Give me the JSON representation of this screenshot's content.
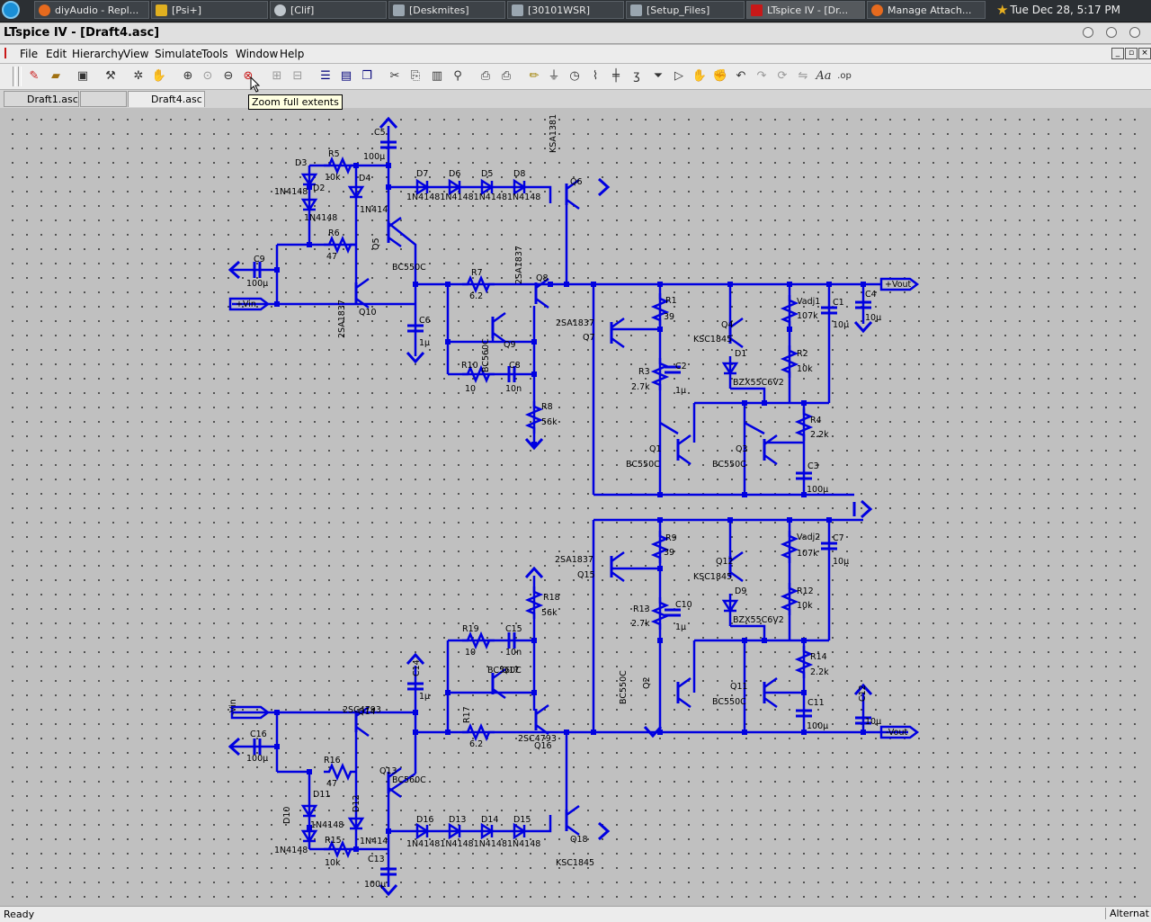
{
  "taskbar": {
    "tasks": [
      {
        "label": "diyAudio - Repl...",
        "icon": "firefox-icon"
      },
      {
        "label": "[Psi+]",
        "icon": "star-icon"
      },
      {
        "label": "[Clif]",
        "icon": "chat-icon"
      },
      {
        "label": "[Deskmites]",
        "icon": "window-icon"
      },
      {
        "label": "[30101WSR]",
        "icon": "window-icon"
      },
      {
        "label": "[Setup_Files]",
        "icon": "folder-icon"
      },
      {
        "label": "LTspice IV - [Dr...",
        "icon": "ltspice-icon"
      },
      {
        "label": "Manage Attach...",
        "icon": "firefox-icon"
      }
    ],
    "clock": "Tue Dec 28,  5:17 PM"
  },
  "window": {
    "title": "LTspice IV - [Draft4.asc]"
  },
  "menubar": {
    "items": [
      "File",
      "Edit",
      "Hierarchy",
      "View",
      "Simulate",
      "Tools",
      "Window",
      "Help"
    ]
  },
  "toolbar": {
    "buttons": [
      "new-schematic-icon",
      "open-icon",
      "save-icon",
      "control-panel-icon",
      "run-icon",
      "halt-icon",
      "zoom-in-icon",
      "zoom-area-icon",
      "zoom-out-icon",
      "zoom-full-extents-icon",
      "autorange-icon",
      "zoom-grid-icon",
      "tile-vertical-icon",
      "tile-horizontal-icon",
      "cascade-icon",
      "cut-icon",
      "copy-icon",
      "paste-icon",
      "find-icon",
      "print-setup-icon",
      "print-icon",
      "draw-wire-icon",
      "ground-icon",
      "label-net-icon",
      "resistor-icon",
      "capacitor-icon",
      "inductor-icon",
      "diode-icon",
      "component-icon",
      "move-icon",
      "drag-icon",
      "undo-icon",
      "redo-icon",
      "rotate-icon",
      "mirror-icon",
      "text-icon",
      "spice-directive-icon"
    ],
    "tooltip": "Zoom full extents"
  },
  "tabs": [
    {
      "label": "Draft1.asc",
      "active": false
    },
    {
      "label": "Draft4.asc",
      "active": true
    }
  ],
  "schematic": {
    "colors": {
      "wire": "#0000e0",
      "text": "#000000",
      "grid": "#3c3c3c",
      "background": "#c0c0c0"
    },
    "labels": [
      "C5",
      "100µ",
      "D3",
      "R5",
      "10k",
      "D2",
      "1N4148",
      "D4",
      "1N4148",
      "1N414",
      "D7",
      "D6",
      "D5",
      "D8",
      "1N41481N41481N41481N4148",
      "KSA1381",
      "Q6",
      "R6",
      "47",
      "Q5",
      "BC550C",
      "C9",
      "100µ",
      "+Vin",
      "Q10",
      "2SA1837",
      "C6",
      "1µ",
      "R7",
      "6.2",
      "2SA1837",
      "Q8",
      "BC560C",
      "Q9",
      "R10",
      "10",
      "C8",
      "10n",
      "R8",
      "56k",
      "2SA1837",
      "Q7",
      "R1",
      "39",
      "R3",
      "2.7k",
      "C2",
      "1µ",
      "Q4",
      "KSC1845",
      "D1",
      "BZX55C6V2",
      "Vadj1",
      "107k",
      "C1",
      "10µ",
      "C4",
      "10µ",
      "+Vout",
      "R2",
      "10k",
      "R4",
      "2.2k",
      "Q1",
      "BC550C",
      "Q3",
      "BC550C",
      "C3",
      "100µ",
      "2SA1837",
      "Q15",
      "R9",
      "39",
      "Q12",
      "KSC1845",
      "D9",
      "BZX55C6V2",
      "Vadj2",
      "107k",
      "C7",
      "10µ",
      "R12",
      "10k",
      "R13",
      "2.7k",
      "C10",
      "1µ",
      "R18",
      "56k",
      "R19",
      "10",
      "C15",
      "10n",
      "BC560C",
      "Q17",
      "R14",
      "2.2k",
      "C14",
      "1µ",
      "-Vin",
      "2SC4793",
      "Q14",
      "C16",
      "100µ",
      "R17",
      "6.2",
      "2SC4793",
      "Q16",
      "Q2",
      "BC550C",
      "Q11",
      "BC550C",
      "C11",
      "100µ",
      "C12",
      "10µ",
      "-Vout",
      "R16",
      "47",
      "Q13",
      "BC560C",
      "D11",
      "1N4148",
      "D12",
      "D10",
      "1N4148",
      "R15",
      "10k",
      "1N414",
      "D16",
      "D13",
      "D14",
      "D15",
      "1N41481N41481N41481N4148",
      "C13",
      "100µ",
      "KSC1845",
      "Q18"
    ]
  },
  "status": {
    "left": "Ready",
    "right": "Alternat"
  }
}
